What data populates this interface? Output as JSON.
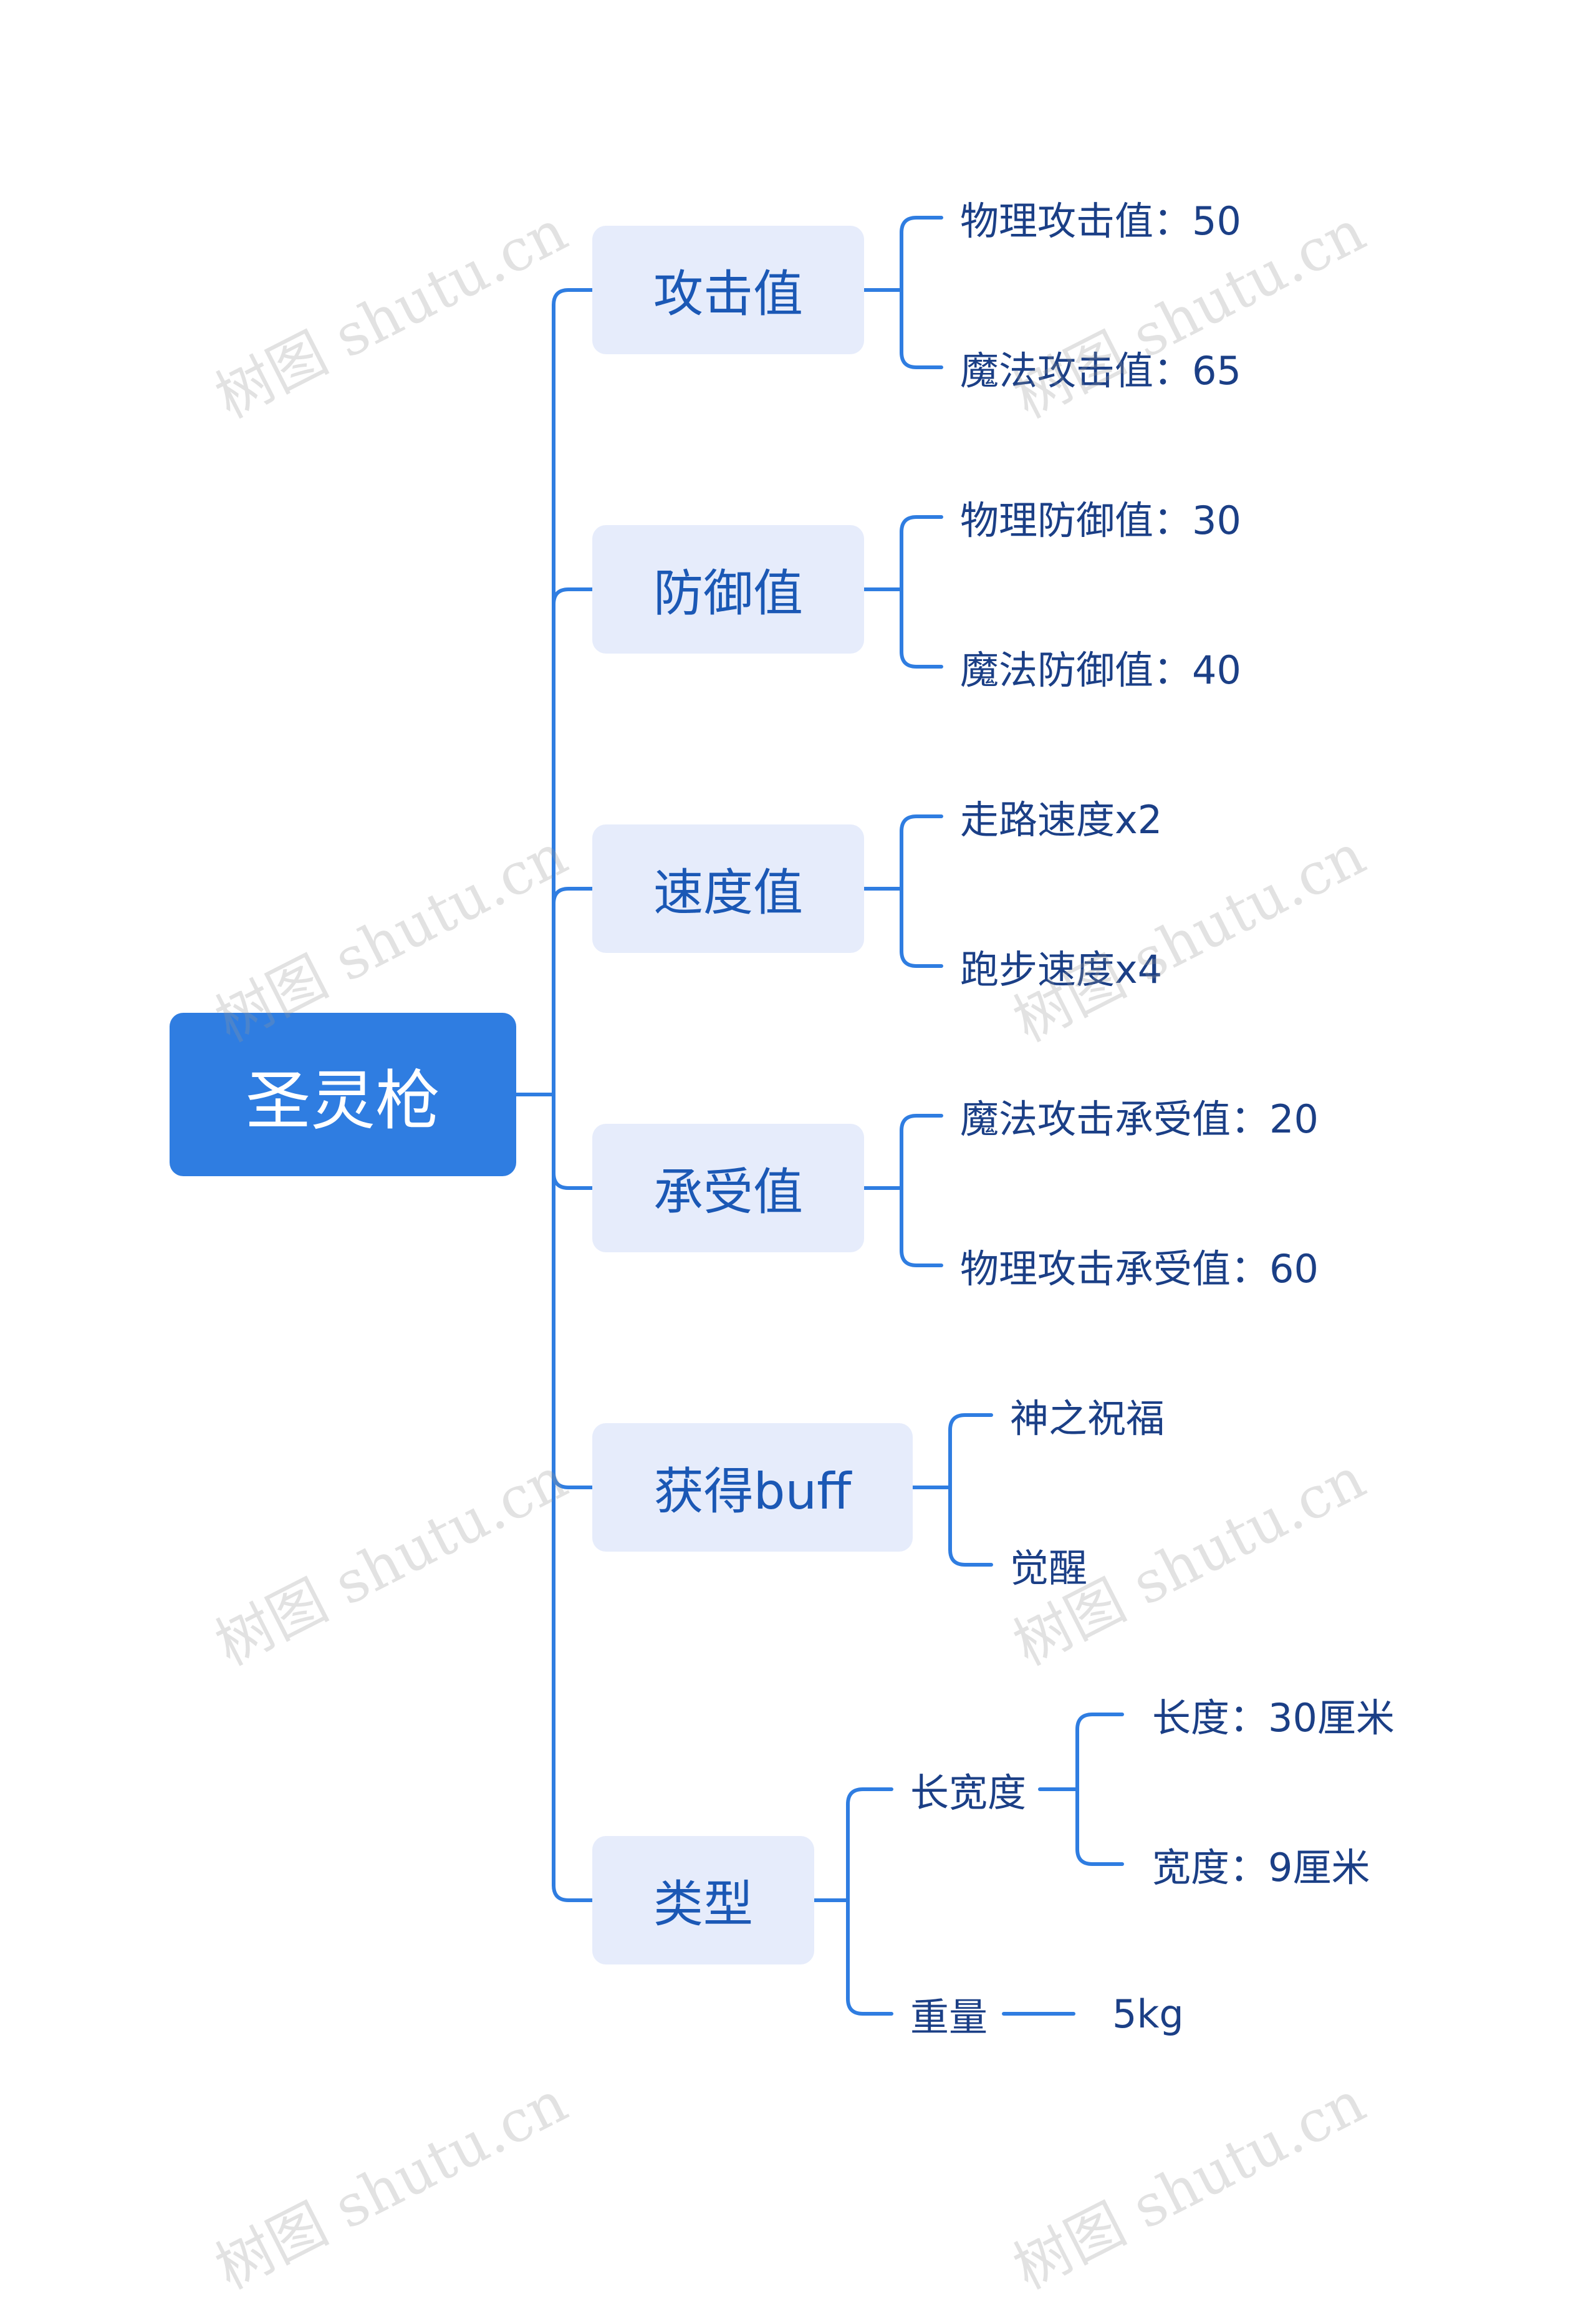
{
  "root": "圣灵枪",
  "branches": [
    {
      "label": "攻击值",
      "children": [
        "物理攻击值：50",
        "魔法攻击值：65"
      ]
    },
    {
      "label": "防御值",
      "children": [
        "物理防御值：30",
        "魔法防御值：40"
      ]
    },
    {
      "label": "速度值",
      "children": [
        "走路速度x2",
        "跑步速度x4"
      ]
    },
    {
      "label": "承受值",
      "children": [
        "魔法攻击承受值：20",
        "物理攻击承受值：60"
      ]
    },
    {
      "label": "获得buff",
      "children": [
        "神之祝福",
        "觉醒"
      ]
    },
    {
      "label": "类型",
      "sub": [
        {
          "label": "长宽度",
          "children": [
            "长度：30厘米",
            "宽度：9厘米"
          ]
        },
        {
          "label": "重量",
          "children": [
            "5kg"
          ]
        }
      ]
    }
  ],
  "watermark": "树图 shutu.cn",
  "colors": {
    "root_fill": "#2f7de1",
    "branch_fill": "#e6ecfb",
    "line": "#2f7de1",
    "branch_text": "#1b58b5",
    "leaf_text": "#1b3f86"
  }
}
